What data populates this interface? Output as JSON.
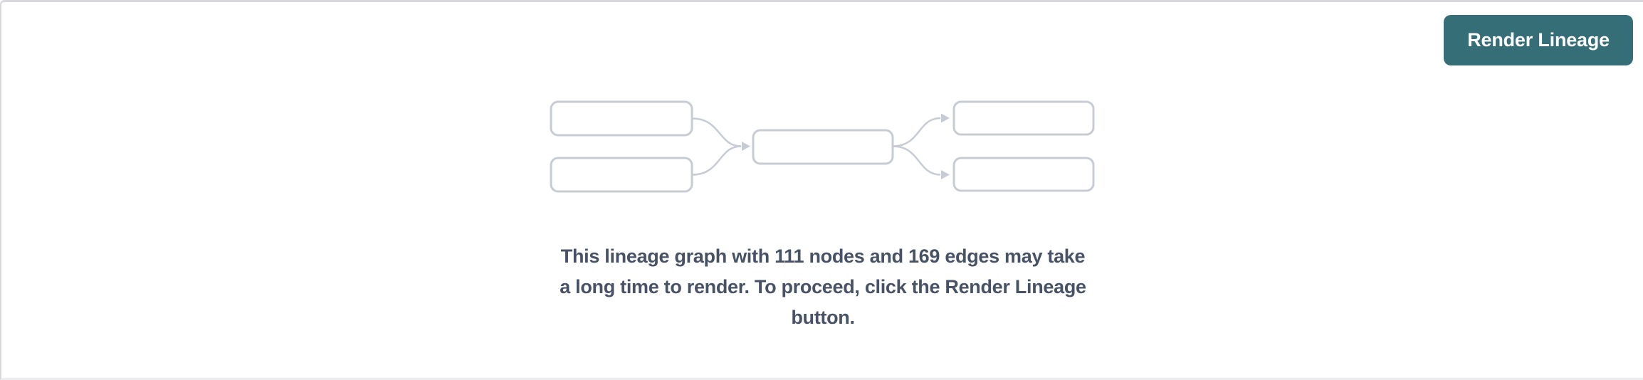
{
  "colors": {
    "accent-teal": "#356e77",
    "button-text": "#ffffff",
    "message-text": "#475266",
    "graphic-stroke": "#c7ccd4",
    "panel-border": "#d8d8dc",
    "panel-bottom-border": "#ededf0",
    "panel-bg": "#ffffff"
  },
  "toolbar": {
    "render_button_label": "Render Lineage"
  },
  "empty_state": {
    "node_count": "111",
    "edge_count": "169",
    "message_lines": [
      "This lineage graph with 111 nodes and 169 edges may take",
      "a long time to render. To proceed, click the Render Lineage",
      "button."
    ]
  }
}
